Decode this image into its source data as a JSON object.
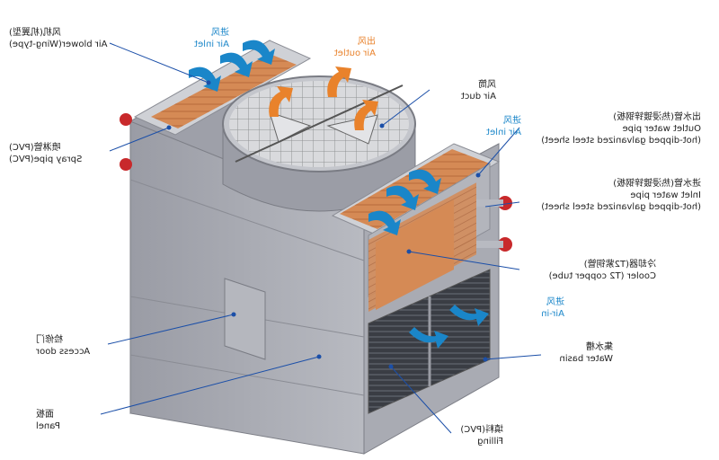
{
  "labels": {
    "air_blower_zh": "风机(机翼型)",
    "air_blower_en": "Air blower(Wing-type)",
    "air_inlet_top_zh": "进风",
    "air_inlet_top_en": "Air inlet",
    "air_outlet_zh": "出风",
    "air_outlet_en": "Air outlet",
    "air_duct_zh": "风筒",
    "air_duct_en": "Air duct",
    "air_inlet_mid_zh": "进风",
    "air_inlet_mid_en": "Air inlet",
    "outlet_pipe_zh": "出水管(热浸镀锌钢板)",
    "outlet_pipe_en1": "Outlet water pipe",
    "outlet_pipe_en2": "(hot-dipped galvanized steel sheet)",
    "spray_pipe_zh": "喷淋管(PVC)",
    "spray_pipe_en": "Spray pipe(PVC)",
    "inlet_pipe_zh": "进水管(热浸镀锌钢板)",
    "inlet_pipe_en1": "Inlet water pipe",
    "inlet_pipe_en2": "(hot-dipped galvanized steel sheet)",
    "cooler_zh": "冷却器(T2紫铜管)",
    "cooler_en": "Cooler (T2 copper tube)",
    "air_in_zh": "进风",
    "air_in_en": "Air-in",
    "access_door_zh": "检修门",
    "access_door_en": "Access door",
    "water_basin_zh": "集水槽",
    "water_basin_en": "Water basin",
    "panel_zh": "面板",
    "panel_en": "Panel",
    "filling_zh": "填料(PVC)",
    "filling_en": "Filling"
  },
  "colors": {
    "panel": "#a9abb3",
    "panel_dark": "#8e9099",
    "panel_light": "#c7c9cf",
    "air_blue": "#1a86c9",
    "air_orange": "#e9822b",
    "copper": "#d58a55",
    "pipe_red": "#c8292b",
    "leader": "#1b4fa8"
  },
  "icons": [
    "air-inlet-arrow-icon",
    "air-outlet-arrow-icon",
    "fan-icon",
    "pipe-flange-icon"
  ]
}
